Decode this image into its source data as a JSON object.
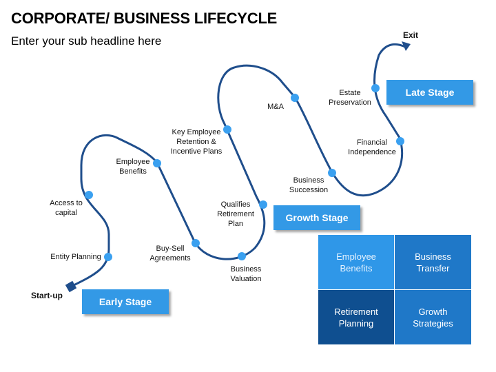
{
  "header": {
    "title": "CORPORATE/ BUSINESS LIFECYCLE",
    "subtitle": "Enter your sub headline here"
  },
  "colors": {
    "path": "#1f4e8c",
    "node": "#3aa0f0",
    "stage_fill": "#3399e6",
    "grid_light": "#2f97e8",
    "grid_mid": "#1f78c8",
    "grid_dark": "#0f4f90"
  },
  "endpoints": {
    "start": "Start-up",
    "exit": "Exit"
  },
  "milestones": [
    "Entity Planning",
    "Access to\ncapital",
    "Employee\nBenefits",
    "Buy-Sell\nAgreements",
    "Business\nValuation",
    "Qualifies\nRetirement\nPlan",
    "Key Employee\nRetention &\nIncentive Plans",
    "M&A",
    "Business\nSuccession",
    "Financial\nIndependence",
    "Estate\nPreservation"
  ],
  "stages": [
    "Early Stage",
    "Growth Stage",
    "Late Stage"
  ],
  "grid": [
    "Employee\nBenefits",
    "Business\nTransfer",
    "Retirement\nPlanning",
    "Growth\nStrategies"
  ]
}
